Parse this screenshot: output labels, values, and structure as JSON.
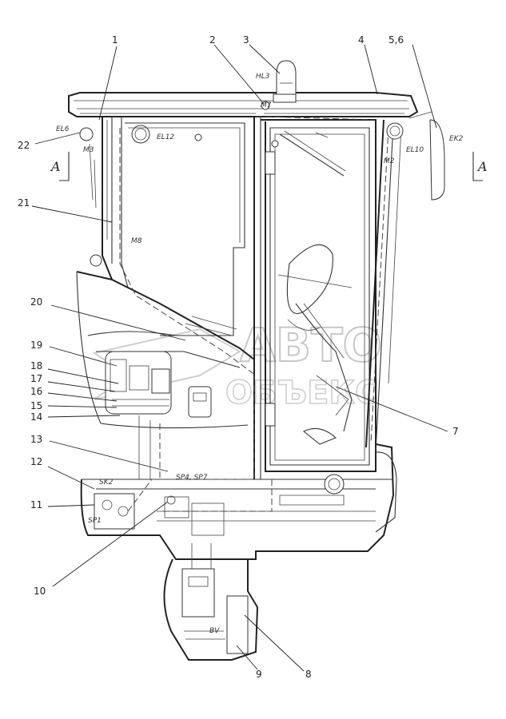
{
  "callouts": {
    "c1": "1",
    "c2": "2",
    "c3": "3",
    "c4": "4",
    "c5": "5,6",
    "c7": "7",
    "c8": "8",
    "c9": "9",
    "c10": "10",
    "c11": "11",
    "c12": "12",
    "c13": "13",
    "c14": "14",
    "c15": "15",
    "c16": "16",
    "c17": "17",
    "c18": "18",
    "c19": "19",
    "c20": "20",
    "c21": "21",
    "c22": "22"
  },
  "codes": {
    "hl3": "HL3",
    "m7": "M7",
    "el6": "EL6",
    "m3": "M3",
    "el12": "EL12",
    "ek2": "EK2",
    "el10": "EL10",
    "m2": "M2",
    "m8": "M8",
    "sp4sp7": "SP4, SP7",
    "sk2": "SK2",
    "sp1": "SP1",
    "bv": "BV"
  },
  "section_marks": {
    "left": "A",
    "right": "A"
  },
  "watermark": {
    "line1": "АВТО",
    "line2": "ОБЪЕКС"
  }
}
